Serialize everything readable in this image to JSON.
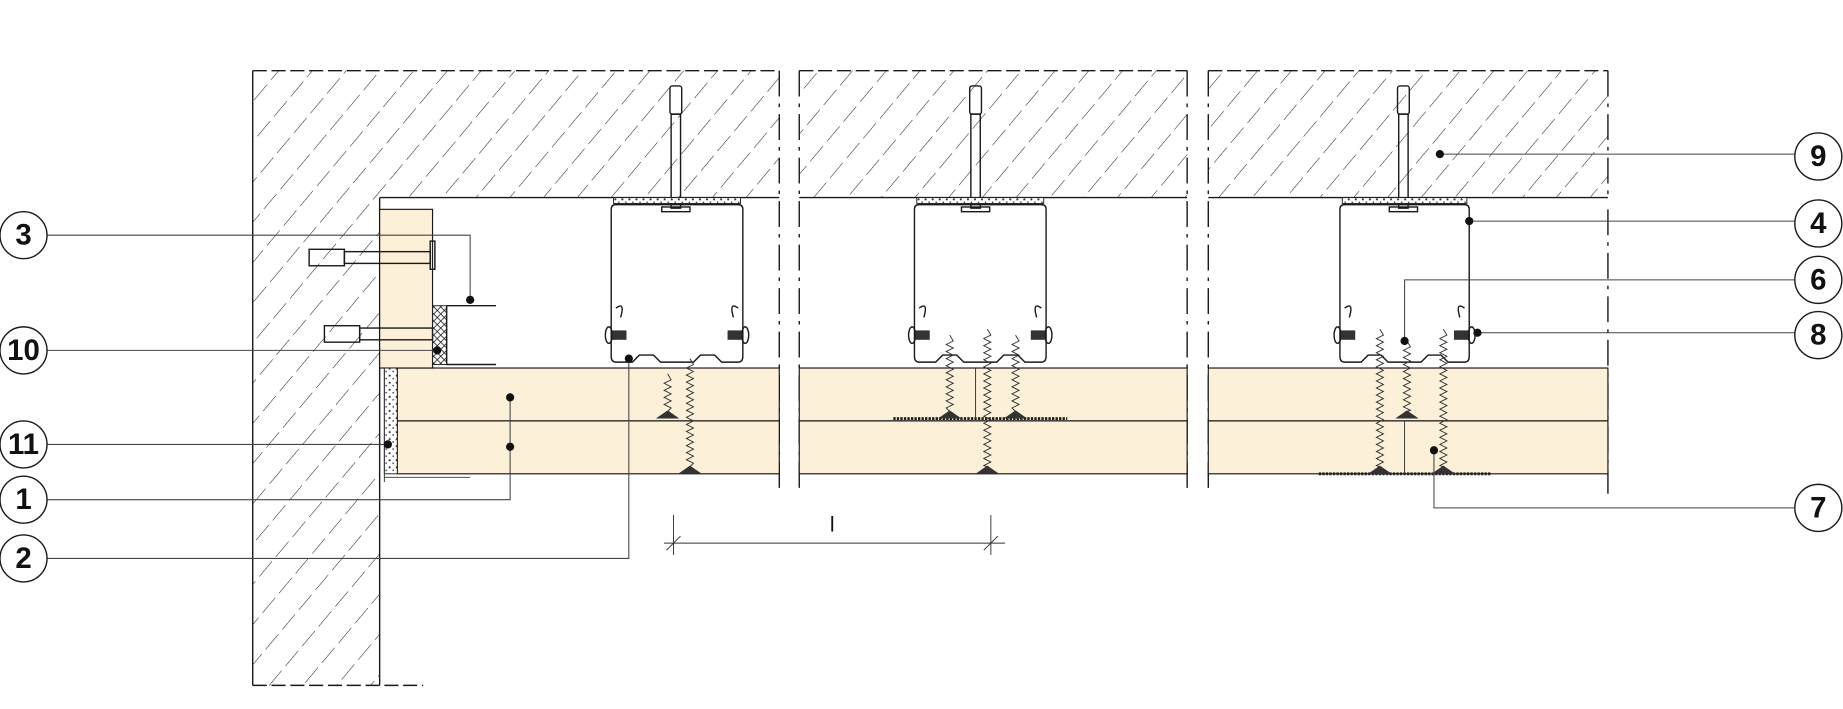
{
  "drawing": {
    "type": "suspended ceiling section detail",
    "dimension_label": "l",
    "colors": {
      "board": "#fdf0d8",
      "line": "#1a1a1a",
      "concrete_hatch": "#222222"
    }
  },
  "callouts": {
    "left": [
      {
        "label": "3"
      },
      {
        "label": "10"
      },
      {
        "label": "11"
      },
      {
        "label": "1"
      },
      {
        "label": "2"
      }
    ],
    "right": [
      {
        "label": "9"
      },
      {
        "label": "4"
      },
      {
        "label": "6"
      },
      {
        "label": "8"
      },
      {
        "label": "7"
      }
    ]
  }
}
